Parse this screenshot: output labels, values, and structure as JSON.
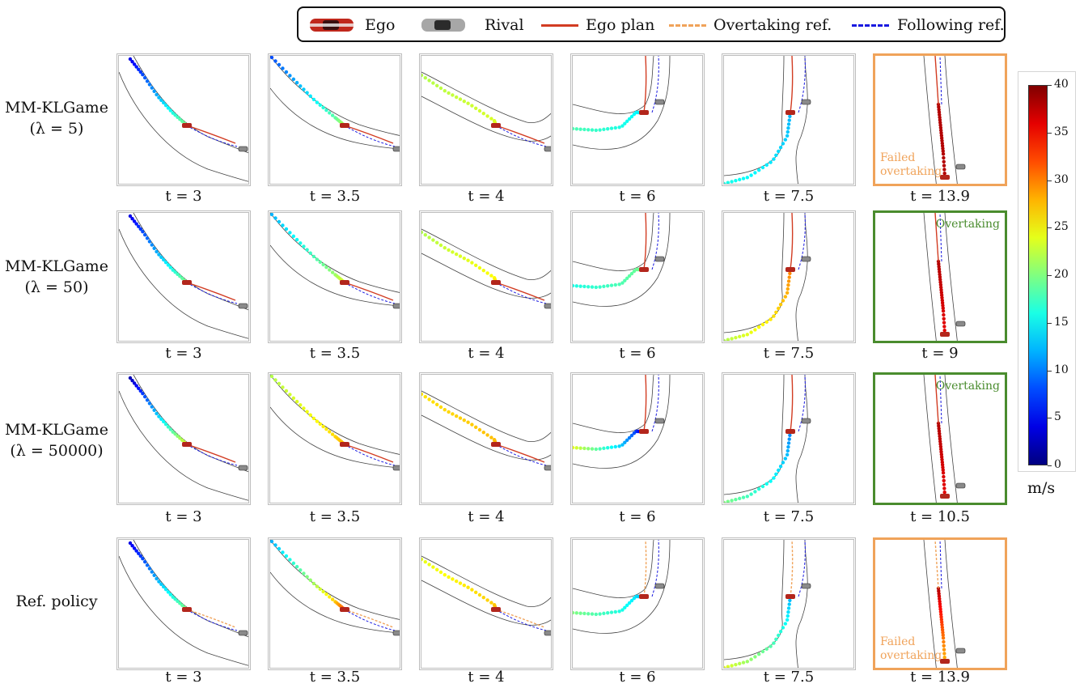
{
  "legend": {
    "ego": "Ego",
    "rival": "Rival",
    "ego_plan": "Ego plan",
    "overtaking_ref": "Overtaking ref.",
    "following_ref": "Following ref."
  },
  "colors": {
    "ego_plan": "#d23c22",
    "overtaking_ref": "#f0a35a",
    "following_ref": "#1a1ae0",
    "failed": "#f0a35a",
    "success": "#4a8c2e"
  },
  "rows": [
    {
      "label_line1": "MM-KLGame",
      "label_line2": "(λ = 5)",
      "times": [
        "t = 3",
        "t = 3.5",
        "t = 4",
        "t = 6",
        "t = 7.5",
        "t = 13.9"
      ],
      "outcome": "failed",
      "badge_line1": "Failed",
      "badge_line2": "overtaking"
    },
    {
      "label_line1": "MM-KLGame",
      "label_line2": "(λ = 50)",
      "times": [
        "t = 3",
        "t = 3.5",
        "t = 4",
        "t = 6",
        "t = 7.5",
        "t = 9"
      ],
      "outcome": "success",
      "badge_line1": "Overtaking",
      "badge_line2": ""
    },
    {
      "label_line1": "MM-KLGame",
      "label_line2": "(λ = 50000)",
      "times": [
        "t = 3",
        "t = 3.5",
        "t = 4",
        "t = 6",
        "t = 7.5",
        "t = 10.5"
      ],
      "outcome": "success",
      "badge_line1": "Overtaking",
      "badge_line2": ""
    },
    {
      "label_line1": "Ref. policy",
      "label_line2": "",
      "times": [
        "t = 3",
        "t = 3.5",
        "t = 4",
        "t = 6",
        "t = 7.5",
        "t = 13.9"
      ],
      "outcome": "failed",
      "badge_line1": "Failed",
      "badge_line2": "overtaking"
    }
  ],
  "colorbar": {
    "min": 0,
    "max": 40,
    "ticks": [
      "40",
      "35",
      "30",
      "25",
      "20",
      "15",
      "10",
      "5",
      "0"
    ],
    "unit": "m/s"
  }
}
